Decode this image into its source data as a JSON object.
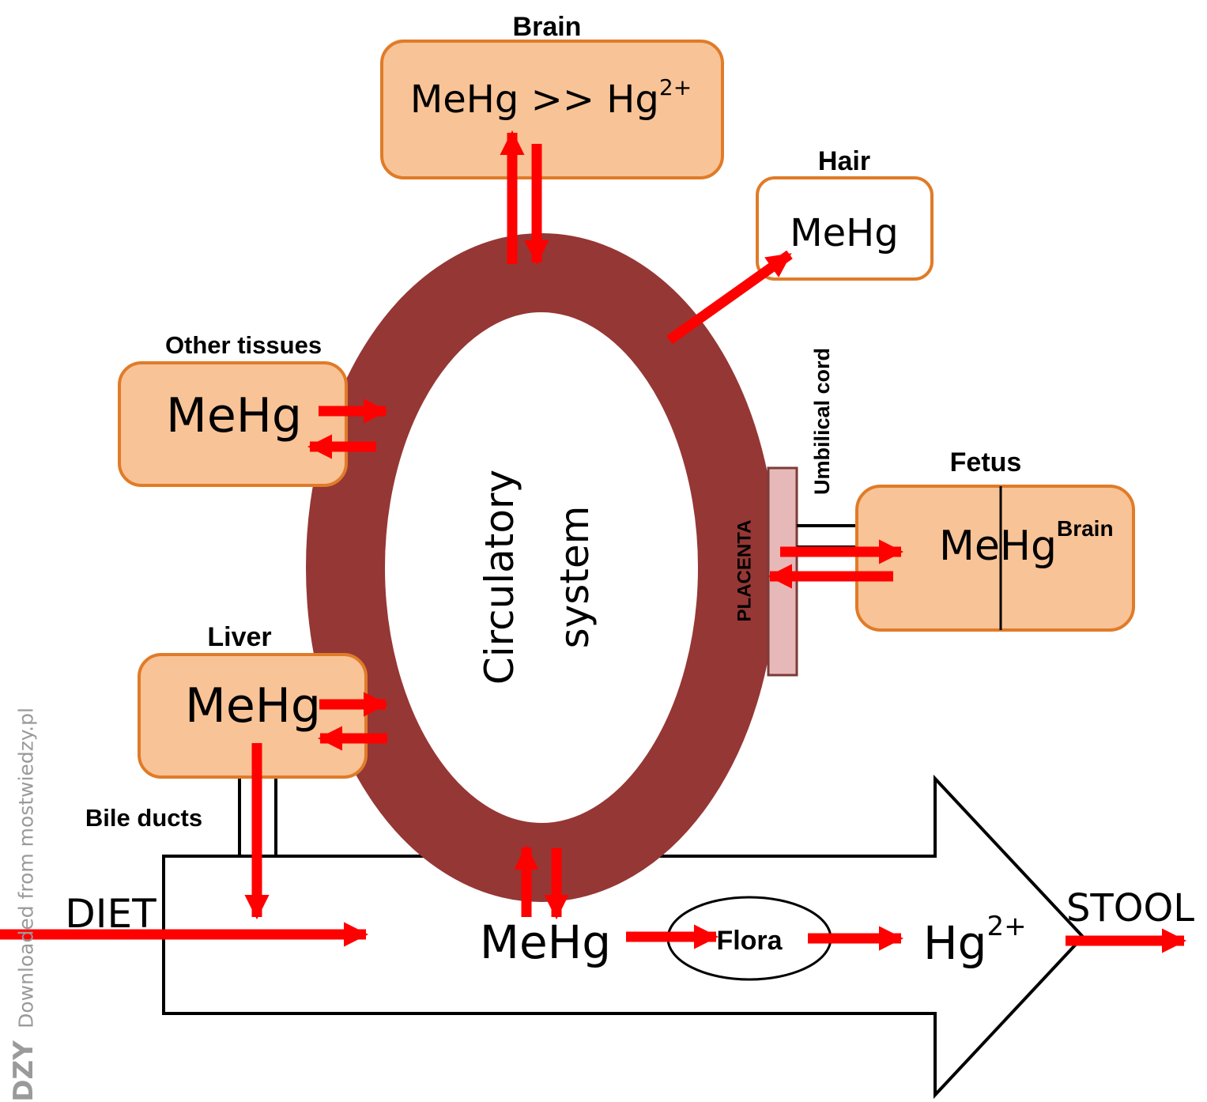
{
  "labels": {
    "brain": "Brain",
    "hair": "Hair",
    "other_tissues": "Other tissues",
    "liver": "Liver",
    "fetus": "Fetus",
    "bile_ducts": "Bile ducts",
    "umbilical_cord": "Umbilical cord",
    "placenta": "PLACENTA",
    "diet": "DIET",
    "stool": "STOOL",
    "flora": "Flora",
    "circulatory_line1": "Circulatory",
    "circulatory_line2": "system"
  },
  "compounds": {
    "brain_main": "MeHg >> Hg",
    "brain_sup": "2+",
    "hair": "MeHg",
    "other_tissues": "MeHg",
    "liver": "MeHg",
    "fetus": "MeHg",
    "fetus_sup": "Brain",
    "gut_mehg": "MeHg",
    "gut_hg": "Hg",
    "gut_hg_sup": "2+"
  },
  "watermark": {
    "text": "Downloaded from mostwiedzy.pl",
    "brand": "DZY"
  },
  "colors": {
    "organ_fill": "#f8c396",
    "organ_stroke": "#e07b28",
    "circulation": "#953735",
    "arrow": "#ff0000",
    "placenta_fill": "#e6b9b8",
    "placenta_stroke": "#7b3b3a"
  }
}
